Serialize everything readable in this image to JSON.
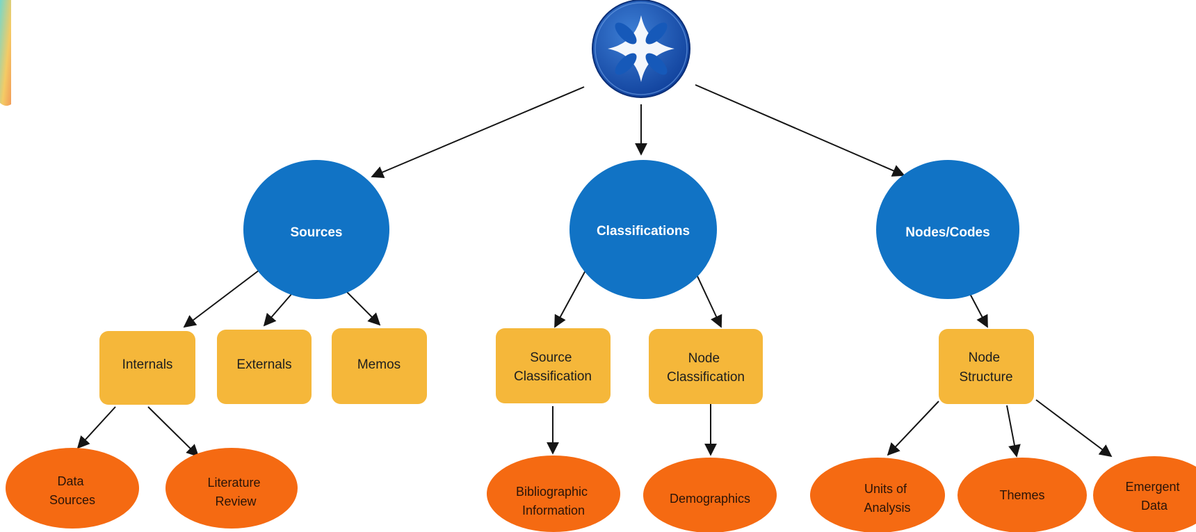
{
  "colors": {
    "blue_node": "#1173c5",
    "yellow_node": "#f5b73a",
    "orange_node": "#f56a12",
    "arrow": "#151515"
  },
  "root": {
    "icon": "nvivo-logo-icon"
  },
  "categories": {
    "sources": "Sources",
    "classifications": "Classifications",
    "nodes_codes": "Nodes/Codes"
  },
  "boxes": {
    "internals": "Internals",
    "externals": "Externals",
    "memos": "Memos",
    "source_classification": [
      "Source",
      "Classification"
    ],
    "node_classification": [
      "Node",
      "Classification"
    ],
    "node_structure": [
      "Node",
      "Structure"
    ]
  },
  "leaves": {
    "data_sources": [
      "Data",
      "Sources"
    ],
    "literature_review": [
      "Literature",
      "Review"
    ],
    "bibliographic_information": [
      "Bibliographic",
      "Information"
    ],
    "demographics": "Demographics",
    "units_of_analysis": [
      "Units of",
      "Analysis"
    ],
    "themes": "Themes",
    "emergent_data": [
      "Emergent",
      "Data"
    ]
  }
}
